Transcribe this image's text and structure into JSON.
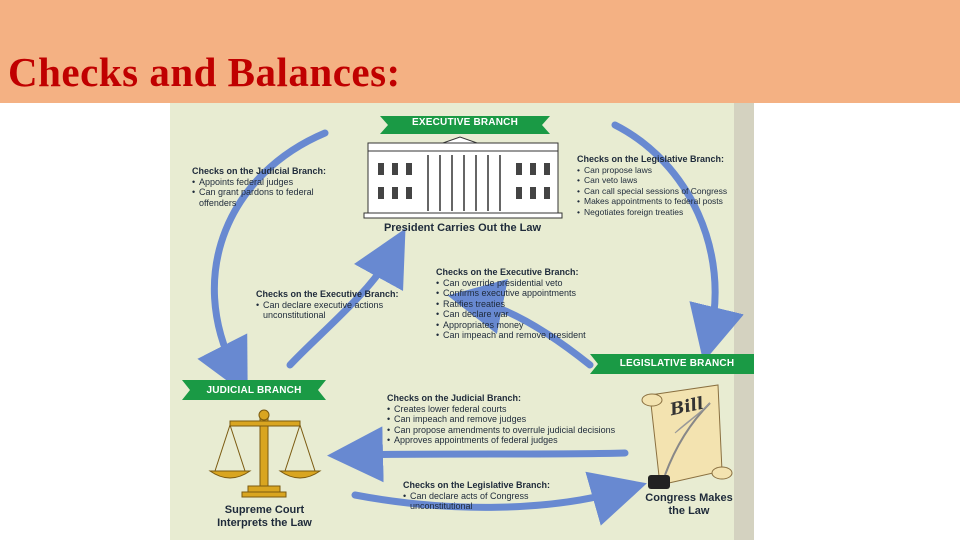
{
  "slide_title": "Checks and Balances:",
  "branches": {
    "executive": {
      "banner": "EXECUTIVE BRANCH",
      "caption": "President Carries Out the Law"
    },
    "legislative": {
      "banner": "LEGISLATIVE BRANCH",
      "caption_line1": "Congress Makes",
      "caption_line2": "the Law",
      "bill_text": "Bill"
    },
    "judicial": {
      "banner": "JUDICIAL BRANCH",
      "caption_line1": "Supreme Court",
      "caption_line2": "Interprets the Law"
    }
  },
  "checks": {
    "exec_on_judicial": {
      "heading": "Checks on the Judicial Branch:",
      "items": [
        "Appoints federal judges",
        "Can grant pardons to federal offenders"
      ]
    },
    "exec_on_legislative": {
      "heading": "Checks on the Legislative Branch:",
      "items": [
        "Can propose laws",
        "Can veto laws",
        "Can call special sessions of Congress",
        "Makes appointments to federal posts",
        "Negotiates foreign treaties"
      ]
    },
    "leg_on_executive": {
      "heading": "Checks on the Executive Branch:",
      "items": [
        "Can override presidential veto",
        "Confirms executive appointments",
        "Ratifies treaties",
        "Can declare war",
        "Appropriates money",
        "Can impeach and remove president"
      ]
    },
    "jud_on_executive": {
      "heading": "Checks on the Executive Branch:",
      "items": [
        "Can declare executive actions unconstitutional"
      ]
    },
    "leg_on_judicial": {
      "heading": "Checks on the Judicial Branch:",
      "items": [
        "Creates lower federal courts",
        "Can impeach and remove judges",
        "Can propose amendments to overrule judicial decisions",
        "Approves appointments of federal judges"
      ]
    },
    "jud_on_legislative": {
      "heading": "Checks on the Legislative Branch:",
      "items": [
        "Can declare acts of Congress unconstitutional"
      ]
    }
  },
  "colors": {
    "title_bar": "#f4b183",
    "title_text": "#c00000",
    "banner_green": "#1a9a45",
    "arrow_blue": "#5b7fd1",
    "diagram_bg": "#e8ecd2"
  }
}
